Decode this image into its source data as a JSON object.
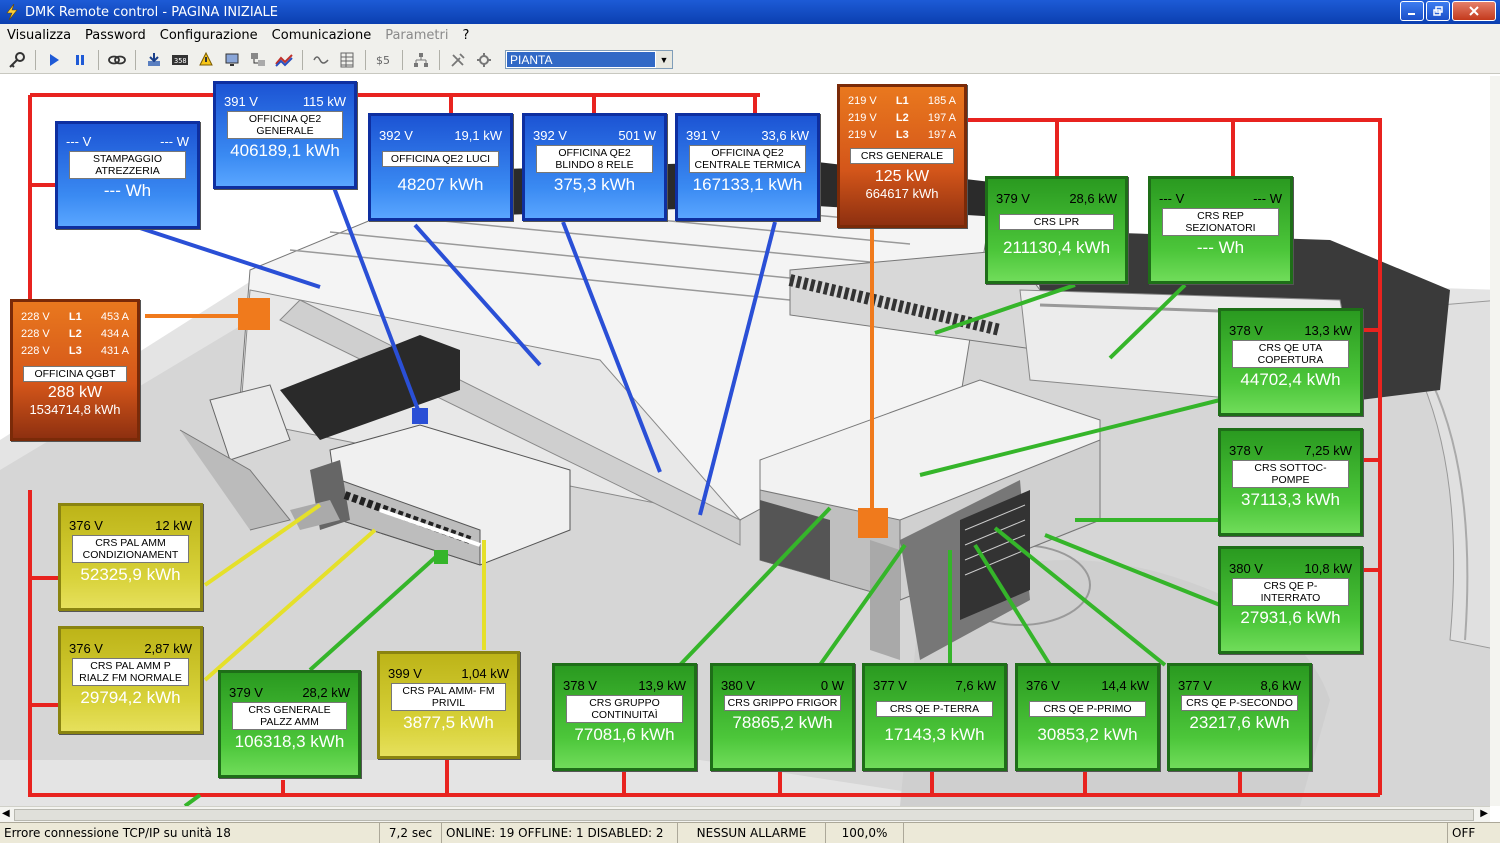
{
  "window": {
    "title": "DMK Remote control - PAGINA INIZIALE"
  },
  "menu": [
    {
      "label": "Visualizza",
      "enabled": true
    },
    {
      "label": "Password",
      "enabled": true
    },
    {
      "label": "Configurazione",
      "enabled": true
    },
    {
      "label": "Comunicazione",
      "enabled": true
    },
    {
      "label": "Parametri",
      "enabled": false
    },
    {
      "label": "?",
      "enabled": true
    }
  ],
  "toolbar": {
    "page_select": "PIANTA"
  },
  "colors": {
    "link_red": "#e8231f",
    "blue": "#2a62e6",
    "green": "#35b52a",
    "yellow": "#d8d228",
    "orange": "#f07a1c"
  },
  "panels": {
    "stampaggio": {
      "voltage": "--- V",
      "power": "--- W",
      "label": "STAMPAGGIO ATREZZERIA",
      "energy": "--- Wh"
    },
    "off_qe2_gen": {
      "voltage": "391 V",
      "power": "115 kW",
      "label": "OFFICINA QE2 GENERALE",
      "energy": "406189,1 kWh"
    },
    "off_qe2_luci": {
      "voltage": "392 V",
      "power": "19,1 kW",
      "label": "OFFICINA QE2 LUCI",
      "energy": "48207 kWh"
    },
    "off_qe2_blindo": {
      "voltage": "392 V",
      "power": "501 W",
      "label": "OFFICINA QE2 BLINDO 8 RELE",
      "energy": "375,3 kWh"
    },
    "off_qe2_termica": {
      "voltage": "391 V",
      "power": "33,6 kW",
      "label": "OFFICINA QE2 CENTRALE TERMICA",
      "energy": "167133,1 kWh"
    },
    "crs_generale": {
      "phases": [
        {
          "v": "219 V",
          "ph": "L1",
          "a": "185 A"
        },
        {
          "v": "219 V",
          "ph": "L2",
          "a": "197 A"
        },
        {
          "v": "219 V",
          "ph": "L3",
          "a": "197 A"
        }
      ],
      "label": "CRS GENERALE",
      "power": "125 kW",
      "energy": "664617 kWh"
    },
    "crs_lpr": {
      "voltage": "379 V",
      "power": "28,6 kW",
      "label": "CRS LPR",
      "energy": "211130,4 kWh"
    },
    "crs_rep": {
      "voltage": "--- V",
      "power": "--- W",
      "label": "CRS REP SEZIONATORI",
      "energy": "--- Wh"
    },
    "off_qgbt": {
      "phases": [
        {
          "v": "228 V",
          "ph": "L1",
          "a": "453 A"
        },
        {
          "v": "228 V",
          "ph": "L2",
          "a": "434 A"
        },
        {
          "v": "228 V",
          "ph": "L3",
          "a": "431 A"
        }
      ],
      "label": "OFFICINA QGBT",
      "power": "288 kW",
      "energy": "1534714,8 kWh"
    },
    "crs_uta": {
      "voltage": "378 V",
      "power": "13,3 kW",
      "label": "CRS QE UTA COPERTURA",
      "energy": "44702,4 kWh"
    },
    "crs_sottopompe": {
      "voltage": "378 V",
      "power": "7,25 kW",
      "label": "CRS SOTTOC- POMPE",
      "energy": "37113,3 kWh"
    },
    "crs_interrato": {
      "voltage": "380 V",
      "power": "10,8 kW",
      "label": "CRS QE P-INTERRATO",
      "energy": "27931,6 kWh"
    },
    "crs_condiz": {
      "voltage": "376 V",
      "power": "12 kW",
      "label": "CRS PAL AMM CONDIZIONAMENT",
      "energy": "52325,9 kWh"
    },
    "crs_fm_normale": {
      "voltage": "376 V",
      "power": "2,87 kW",
      "label": "CRS PAL AMM P RIALZ FM NORMALE",
      "energy": "29794,2 kWh"
    },
    "crs_palzz": {
      "voltage": "379 V",
      "power": "28,2 kW",
      "label": "CRS GENERALE PALZZ AMM",
      "energy": "106318,3 kWh"
    },
    "crs_privil": {
      "voltage": "399 V",
      "power": "1,04 kW",
      "label": "CRS PAL AMM- FM PRIVIL",
      "energy": "3877,5 kWh"
    },
    "crs_continuita": {
      "voltage": "378 V",
      "power": "13,9 kW",
      "label": "CRS GRUPPO CONTINUITAÌ",
      "energy": "77081,6 kWh"
    },
    "crs_frigor": {
      "voltage": "380 V",
      "power": "0 W",
      "label": "CRS GRIPPO FRIGOR",
      "energy": "78865,2 kWh"
    },
    "crs_pterra": {
      "voltage": "377 V",
      "power": "7,6 kW",
      "label": "CRS QE P-TERRA",
      "energy": "17143,3 kWh"
    },
    "crs_pprimo": {
      "voltage": "376 V",
      "power": "14,4 kW",
      "label": "CRS QE P-PRIMO",
      "energy": "30853,2 kWh"
    },
    "crs_psecondo": {
      "voltage": "377 V",
      "power": "8,6 kW",
      "label": "CRS QE P-SECONDO",
      "energy": "23217,6 kWh"
    }
  },
  "status": {
    "message": "Errore connessione TCP/IP su unità 18",
    "time": "7,2 sec",
    "counts": "ONLINE: 19  OFFLINE: 1  DISABLED: 2",
    "alarms": "NESSUN ALLARME",
    "percent": "100,0%",
    "state": "OFF"
  }
}
